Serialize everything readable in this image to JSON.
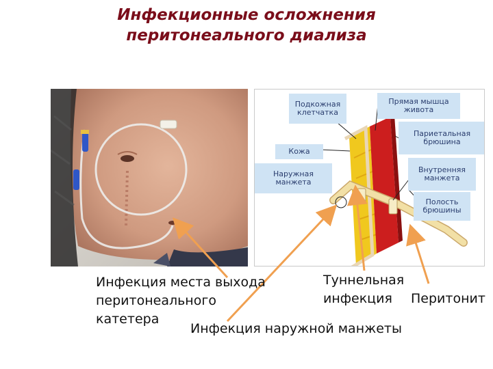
{
  "title": {
    "line1": "Инфекционные осложнения",
    "line2": "перитонеального диализа"
  },
  "diagram_labels": {
    "subcutaneous": "Подкожная\nклетчатка",
    "rectus": "Прямая мышца\nживота",
    "parietal": "Париетальная\nбрюшина",
    "skin": "Кожа",
    "outer_cuff": "Наружная\nманжета",
    "inner_cuff": "Внутренняя\nманжета",
    "cavity": "Полость\nбрюшины"
  },
  "captions": {
    "exit_site": "Инфекция места выхода\nперитонеального\nкатетера",
    "tunnel": "Туннельная\nинфекция",
    "peritonitis": "Перитонит",
    "outer_cuff_infection": "Инфекция наружной манжеты"
  },
  "colors": {
    "title": "#7a0d1a",
    "label_bg": "#cfe3f4",
    "arrow": "#f0a050",
    "muscle": "#cc1e1e",
    "fat": "#f0c81e",
    "catheter": "#f2e0a6"
  }
}
